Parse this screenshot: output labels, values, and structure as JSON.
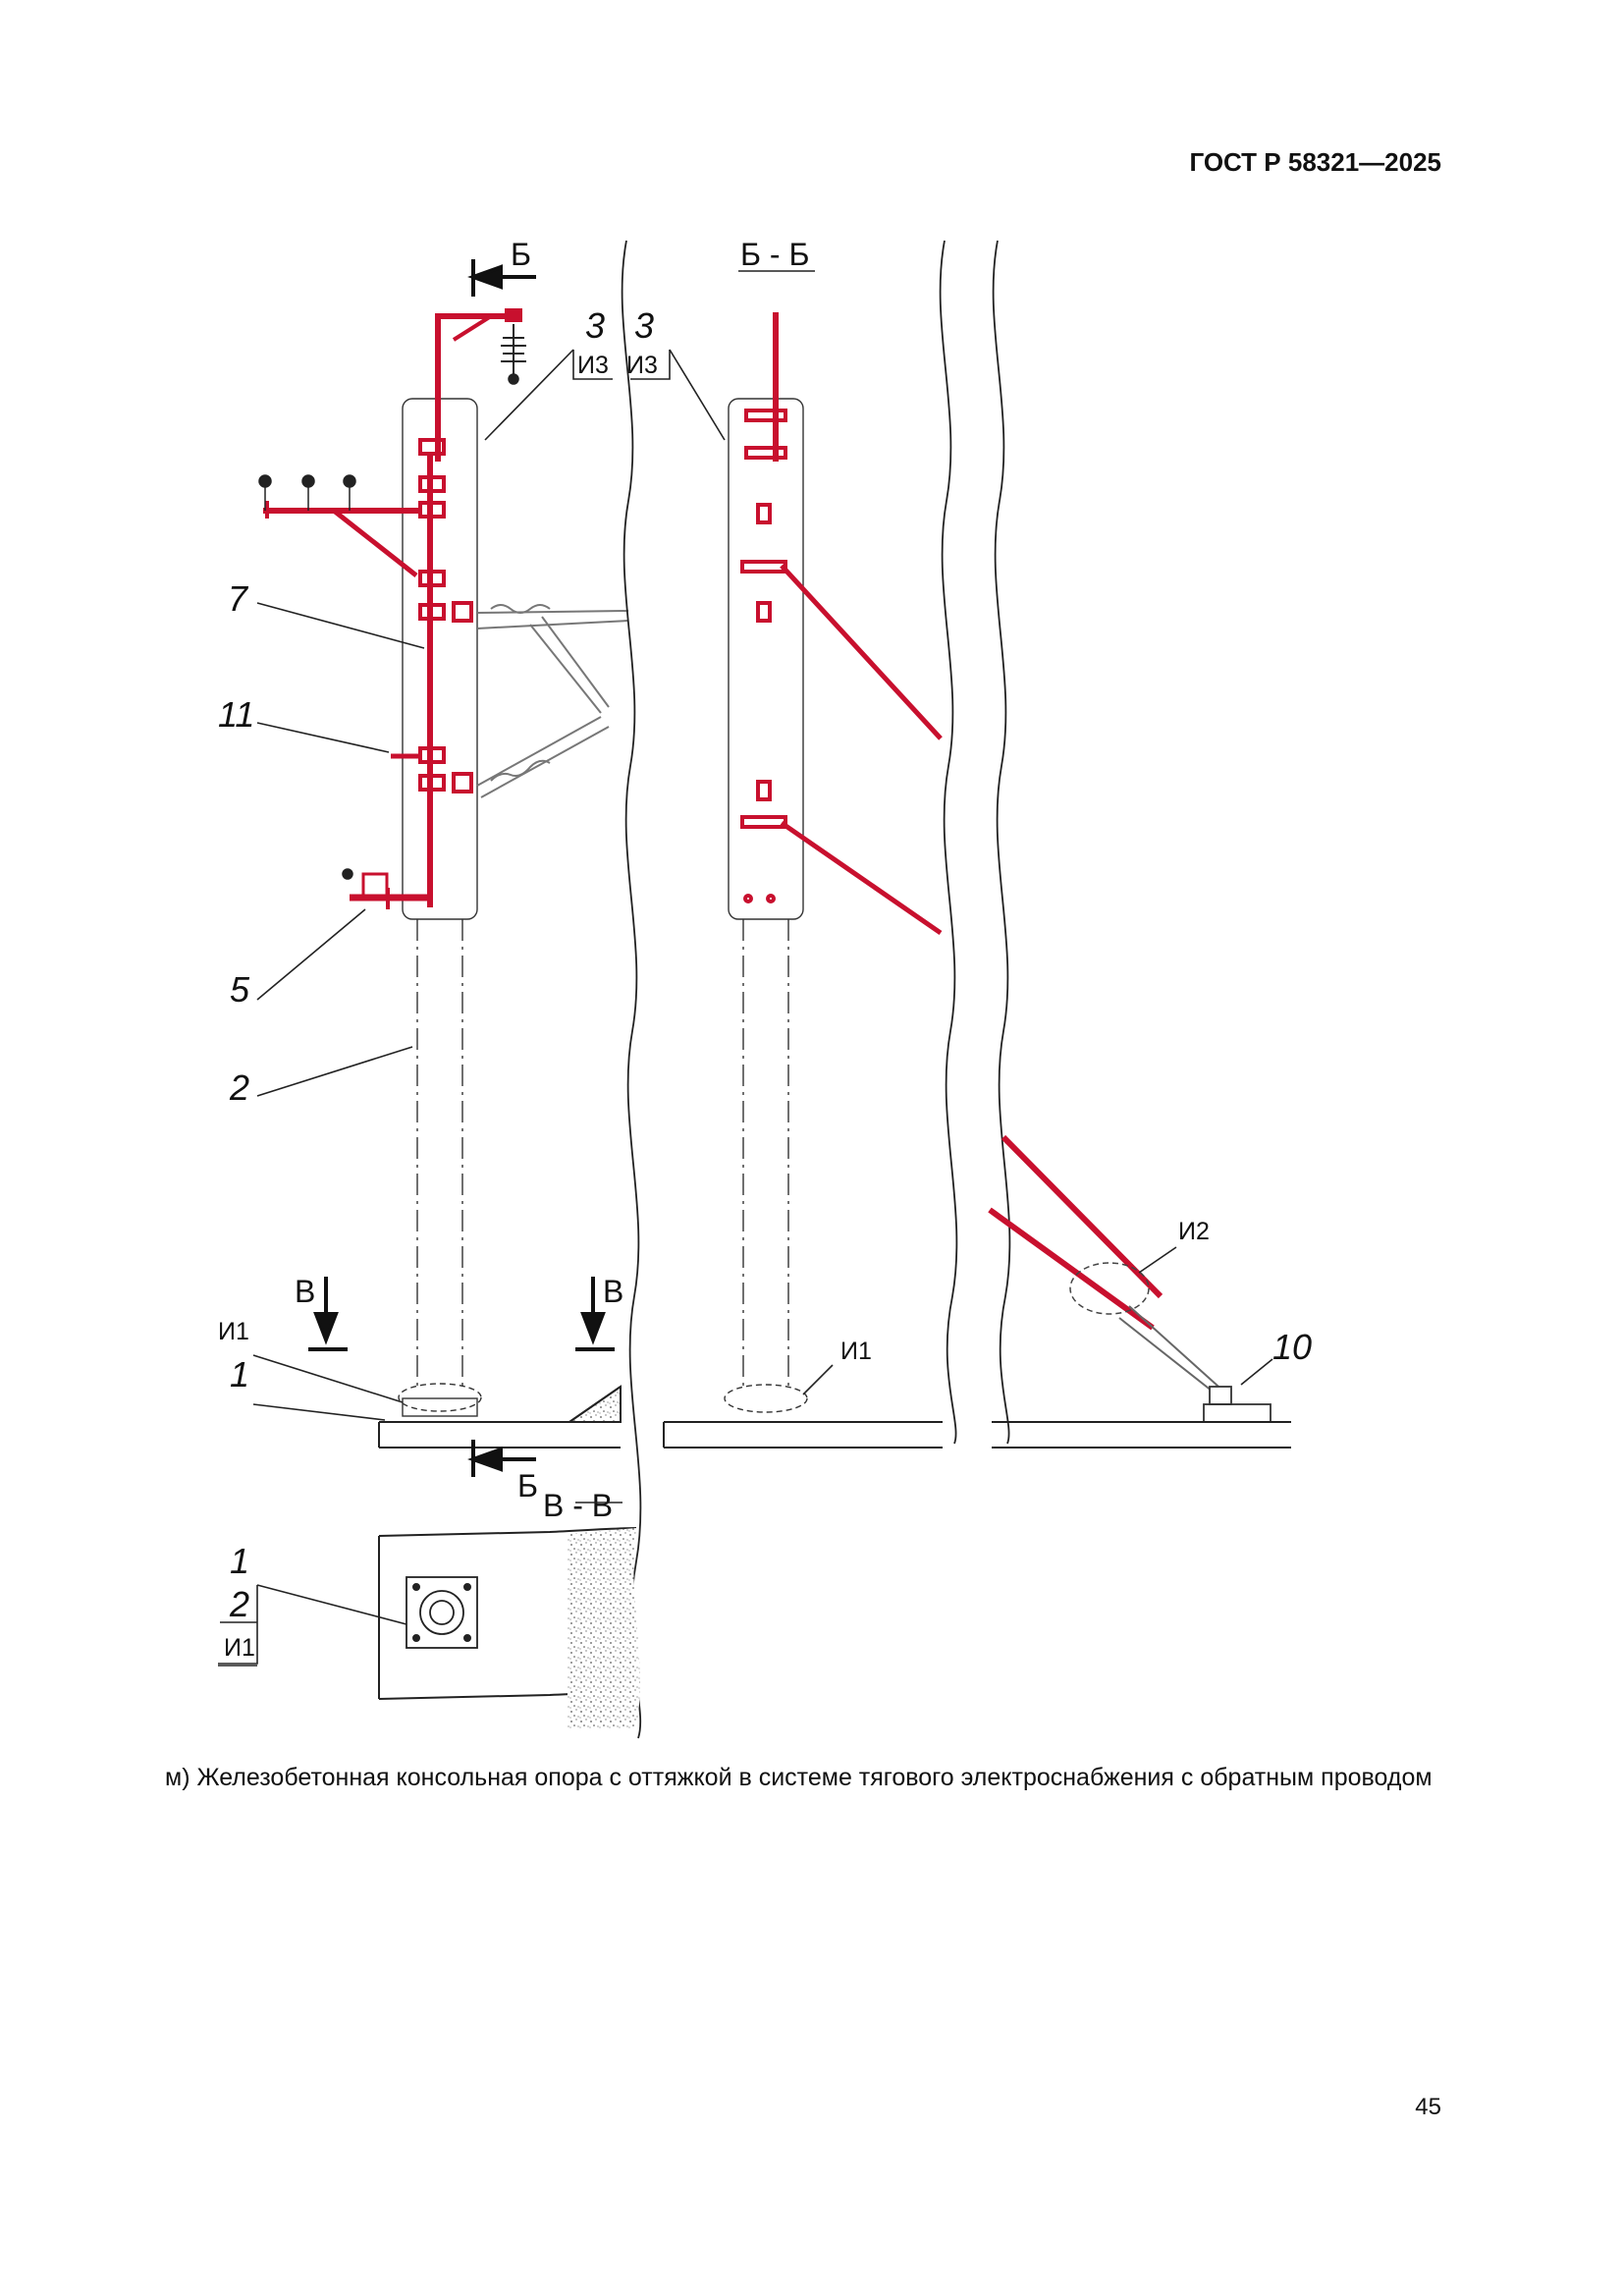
{
  "header": {
    "standard": "ГОСТ Р 58321—2025"
  },
  "drawing": {
    "section_bb_mark": "Б",
    "section_bb_title": "Б - Б",
    "section_vv_mark": "В",
    "section_vv_title": "В - В",
    "callouts": {
      "c3_left": "3",
      "c3_right": "3",
      "i3_left": "И3",
      "i3_right": "И3",
      "c7": "7",
      "c11": "11",
      "c5": "5",
      "c2": "2",
      "c1": "1",
      "i1_left": "И1",
      "i1_mid": "И1",
      "i2": "И2",
      "c10": "10",
      "vv_c1": "1",
      "vv_c2": "2",
      "vv_i1": "И1"
    },
    "colors": {
      "highlight": "#c8102e",
      "line": "#222222"
    }
  },
  "caption": "м) Железобетонная консольная опора с оттяжкой в системе тягового электроснабжения с обратным проводом",
  "page": {
    "number": "45"
  }
}
